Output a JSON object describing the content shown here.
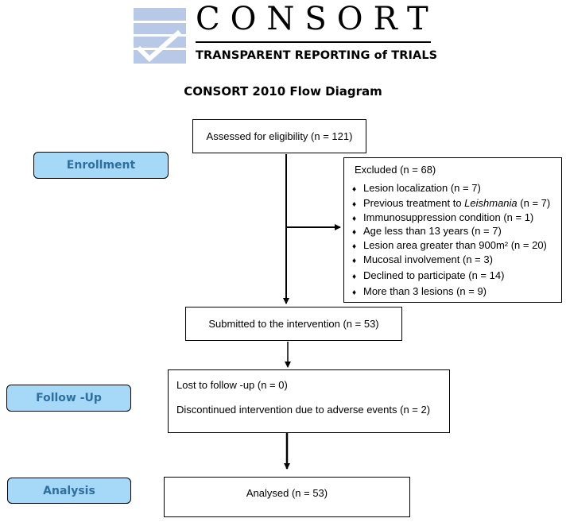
{
  "logo": {
    "wordmark": "CONSORT",
    "tagline": "TRANSPARENT REPORTING of TRIALS"
  },
  "title": "CONSORT 2010 Flow Diagram",
  "stages": {
    "enrollment": "Enrollment",
    "follow_up": "Follow -Up",
    "analysis": "Analysis"
  },
  "boxes": {
    "assessed": "Assessed for eligibility (n = 121)",
    "excluded": {
      "header": "Excluded (n = 68)",
      "items": [
        "Lesion localization (n = 7)",
        "Previous treatment to Leishmania (n = 7)",
        "Immunosuppression condition (n = 1)",
        "Age less than 13 years (n = 7)",
        "Lesion area greater than 900m² (n = 20)",
        "Mucosal involvement (n = 3)",
        "Declined to participate (n = 14)",
        "More than 3 lesions (n = 9)"
      ]
    },
    "submitted": "Submitted to the intervention (n = 53)",
    "follow_up": {
      "lost": "Lost to follow -up (n = 0)",
      "discontinued": "Discontinued intervention due to adverse events (n = 2)"
    },
    "analysed": "Analysed (n = 53)"
  },
  "colors": {
    "stage_fill": "#a6d8f7",
    "stage_text": "#2f6f9f",
    "logo_blue": "#b7c9e6"
  }
}
